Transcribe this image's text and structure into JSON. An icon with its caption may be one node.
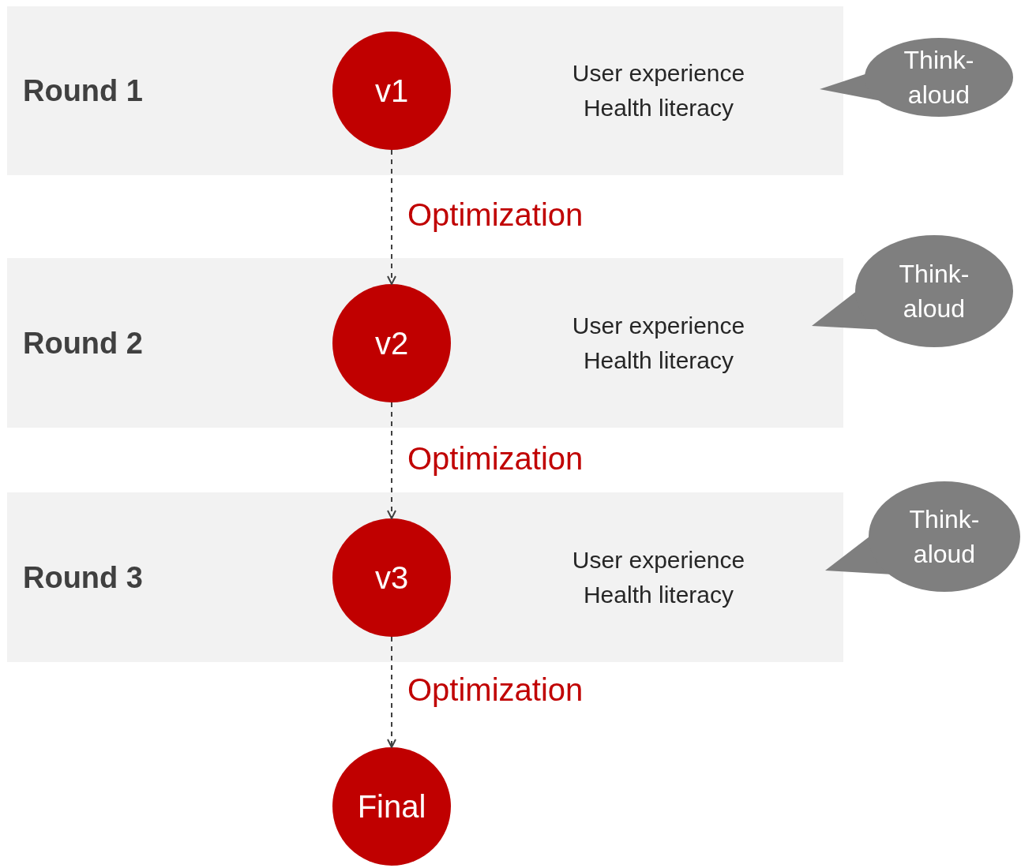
{
  "diagram": {
    "nodes": [
      {
        "text": [
          "Round 1",
          "User experience Health literacy"
        ]
      },
      {
        "text": [
          "v1"
        ],
        "in": 0
      },
      {
        "text": [
          "Think- aloud"
        ]
      },
      {
        "text": [
          "Round 2",
          "User experience Health literacy"
        ]
      },
      {
        "text": [
          "v2"
        ],
        "in": 3
      },
      {
        "text": [
          "Think- aloud"
        ]
      },
      {
        "text": [
          "Round 3",
          "User experience Health literacy"
        ]
      },
      {
        "text": [
          "v3"
        ],
        "in": 6
      },
      {
        "text": [
          "Think- aloud"
        ]
      },
      {
        "text": [
          "Final"
        ]
      }
    ],
    "edges": [
      {
        "from": 1,
        "to": 4,
        "arrow": "to",
        "label": "Optimization",
        "style": "dashed"
      },
      {
        "from": 4,
        "to": 7,
        "arrow": "to",
        "label": "Optimization",
        "style": "dashed"
      },
      {
        "from": 7,
        "to": 9,
        "arrow": "to",
        "label": "Optimization",
        "style": "dashed"
      }
    ]
  }
}
